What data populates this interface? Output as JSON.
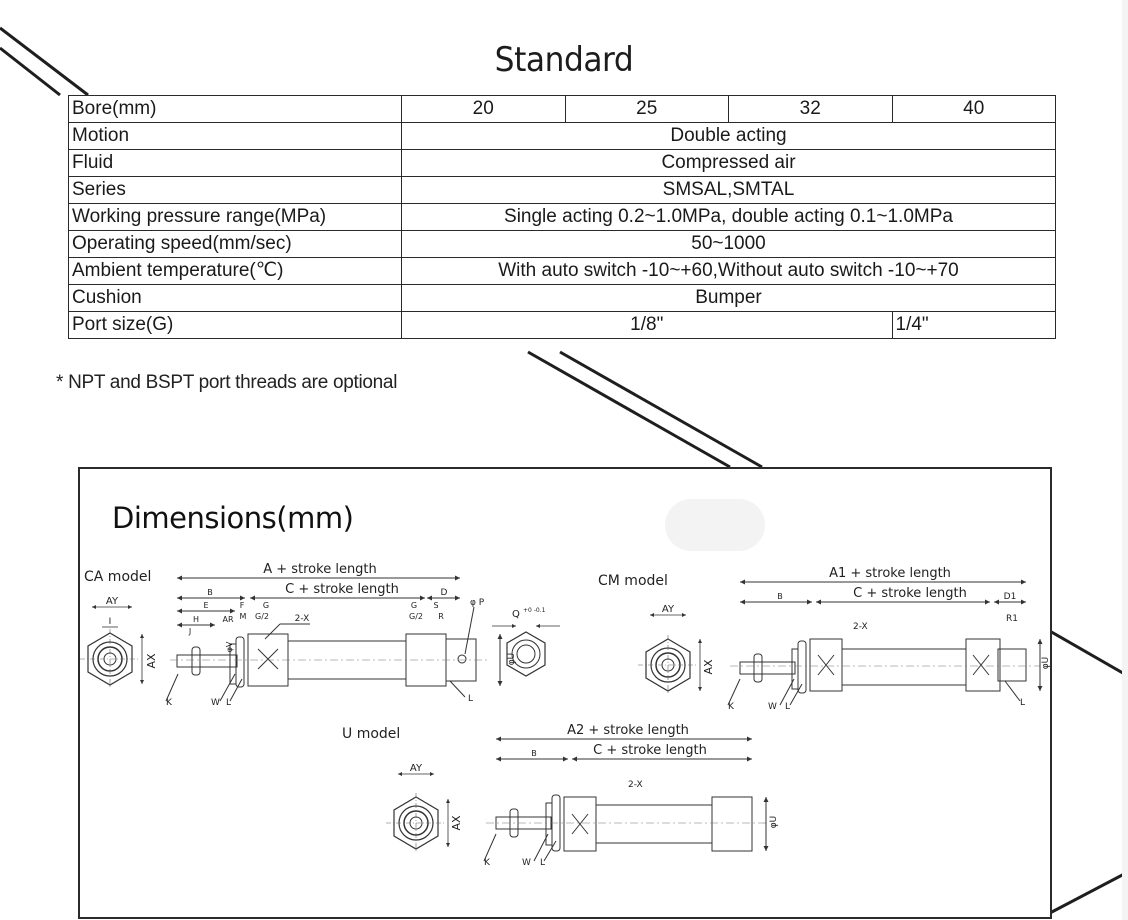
{
  "title": "Standard",
  "spec_table": {
    "header": {
      "label": "Bore(mm)",
      "bores": [
        "20",
        "25",
        "32",
        "40"
      ]
    },
    "rows": [
      {
        "label": "Motion",
        "value": "Double acting"
      },
      {
        "label": "Fluid",
        "value": "Compressed air"
      },
      {
        "label": "Series",
        "value": "SMSAL,SMTAL"
      },
      {
        "label": "Working pressure range(MPa)",
        "value": "Single acting 0.2~1.0MPa, double acting 0.1~1.0MPa"
      },
      {
        "label": "Operating speed(mm/sec)",
        "value": "50~1000"
      },
      {
        "label": "Ambient temperature(℃)",
        "value": "With auto switch -10~+60,Without auto switch -10~+70"
      },
      {
        "label": "Cushion",
        "value": "Bumper"
      }
    ],
    "port_row": {
      "label": "Port size(G)",
      "small_bores": "1/8\"",
      "large_bore": "1/4\""
    }
  },
  "note": "* NPT and BSPT port threads are optional",
  "dimensions": {
    "title": "Dimensions(mm)",
    "models": {
      "ca": {
        "label": "CA model",
        "overall": "A + stroke length",
        "body": "C + stroke length",
        "labels": {
          "B": "B",
          "E": "E",
          "F": "F",
          "G": "G",
          "H": "H",
          "J": "J",
          "AR": "AR",
          "M": "M",
          "G2": "G/2",
          "X": "2-X",
          "V": "φV",
          "K": "K",
          "W": "W",
          "L": "L",
          "D": "D",
          "S": "S",
          "R": "R",
          "P": "φ P",
          "U": "φU",
          "AY": "AY",
          "AX": "AX",
          "Q": "Q",
          "Qtol": "+0 -0.1",
          "I": "I"
        }
      },
      "cm": {
        "label": "CM model",
        "overall": "A1 + stroke length",
        "body": "C + stroke length",
        "labels": {
          "D1": "D1",
          "R1": "R1"
        }
      },
      "u": {
        "label": "U model",
        "overall": "A2 + stroke length",
        "body": "C + stroke length"
      }
    }
  },
  "colors": {
    "line": "#2a2a2a",
    "text": "#1a1a1a",
    "pill": "#f3f3f3"
  }
}
